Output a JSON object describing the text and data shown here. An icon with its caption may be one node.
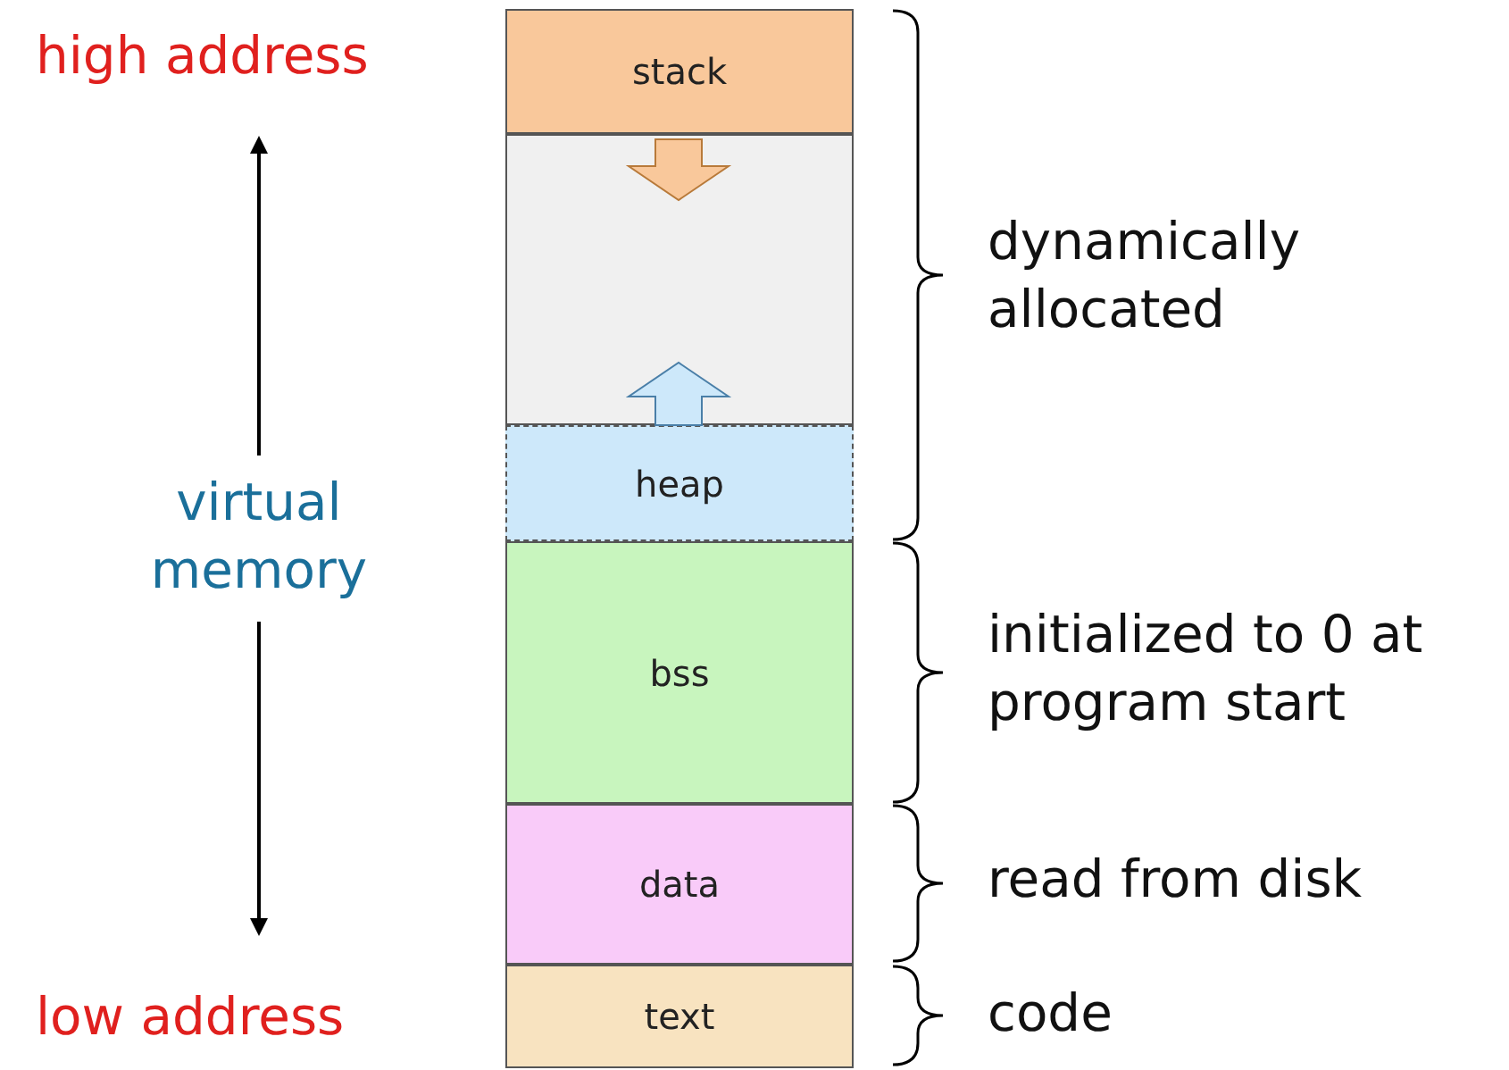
{
  "diagram": {
    "nodes": [
      {
        "text": [
          "stack"
        ]
      },
      {
        "text": [],
        "shape": "box"
      },
      {
        "text": [
          "heap"
        ]
      },
      {
        "text": [
          "bss"
        ]
      },
      {
        "text": [
          "data"
        ]
      },
      {
        "text": [
          "text"
        ]
      }
    ],
    "edges": [],
    "labels": [
      "high address",
      "virtual memory",
      "low address",
      "dynamically allocated",
      "initialized to 0 at program start",
      "read from disk",
      "code"
    ]
  }
}
